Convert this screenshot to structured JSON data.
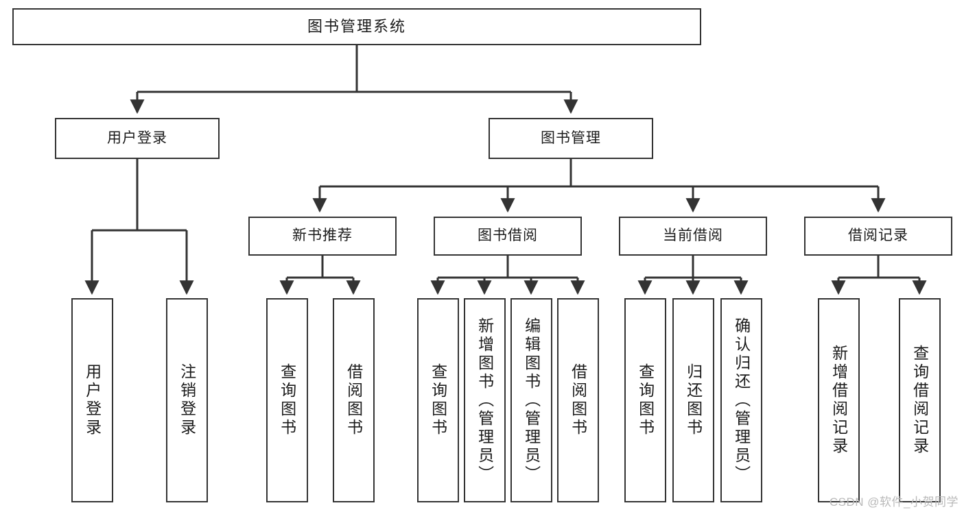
{
  "diagram": {
    "kind": "tree",
    "title": "图书管理系统",
    "stroke_color": "#333333",
    "fill_color": "#ffffff",
    "text_color": "#1b1b1b"
  },
  "nodes": {
    "root": {
      "label": "图书管理系统"
    },
    "level2": [
      {
        "label": "用户登录"
      },
      {
        "label": "图书管理"
      }
    ],
    "level3": [
      {
        "label": "新书推荐"
      },
      {
        "label": "图书借阅"
      },
      {
        "label": "当前借阅"
      },
      {
        "label": "借阅记录"
      }
    ],
    "leaves": {
      "user_login": [
        {
          "label": "用户登录"
        },
        {
          "label": "注销登录"
        }
      ],
      "new_book_recommend": [
        {
          "label": "查询图书"
        },
        {
          "label": "借阅图书"
        }
      ],
      "book_borrow": [
        {
          "label": "查询图书"
        },
        {
          "label": "新增图书（管理员）"
        },
        {
          "label": "编辑图书（管理员）"
        },
        {
          "label": "借阅图书"
        }
      ],
      "current_borrow": [
        {
          "label": "查询图书"
        },
        {
          "label": "归还图书"
        },
        {
          "label": "确认归还（管理员）"
        }
      ],
      "borrow_records": [
        {
          "label": "新增借阅记录"
        },
        {
          "label": "查询借阅记录"
        }
      ]
    }
  },
  "watermark": {
    "text": "CSDN @软件_小贺同学"
  }
}
